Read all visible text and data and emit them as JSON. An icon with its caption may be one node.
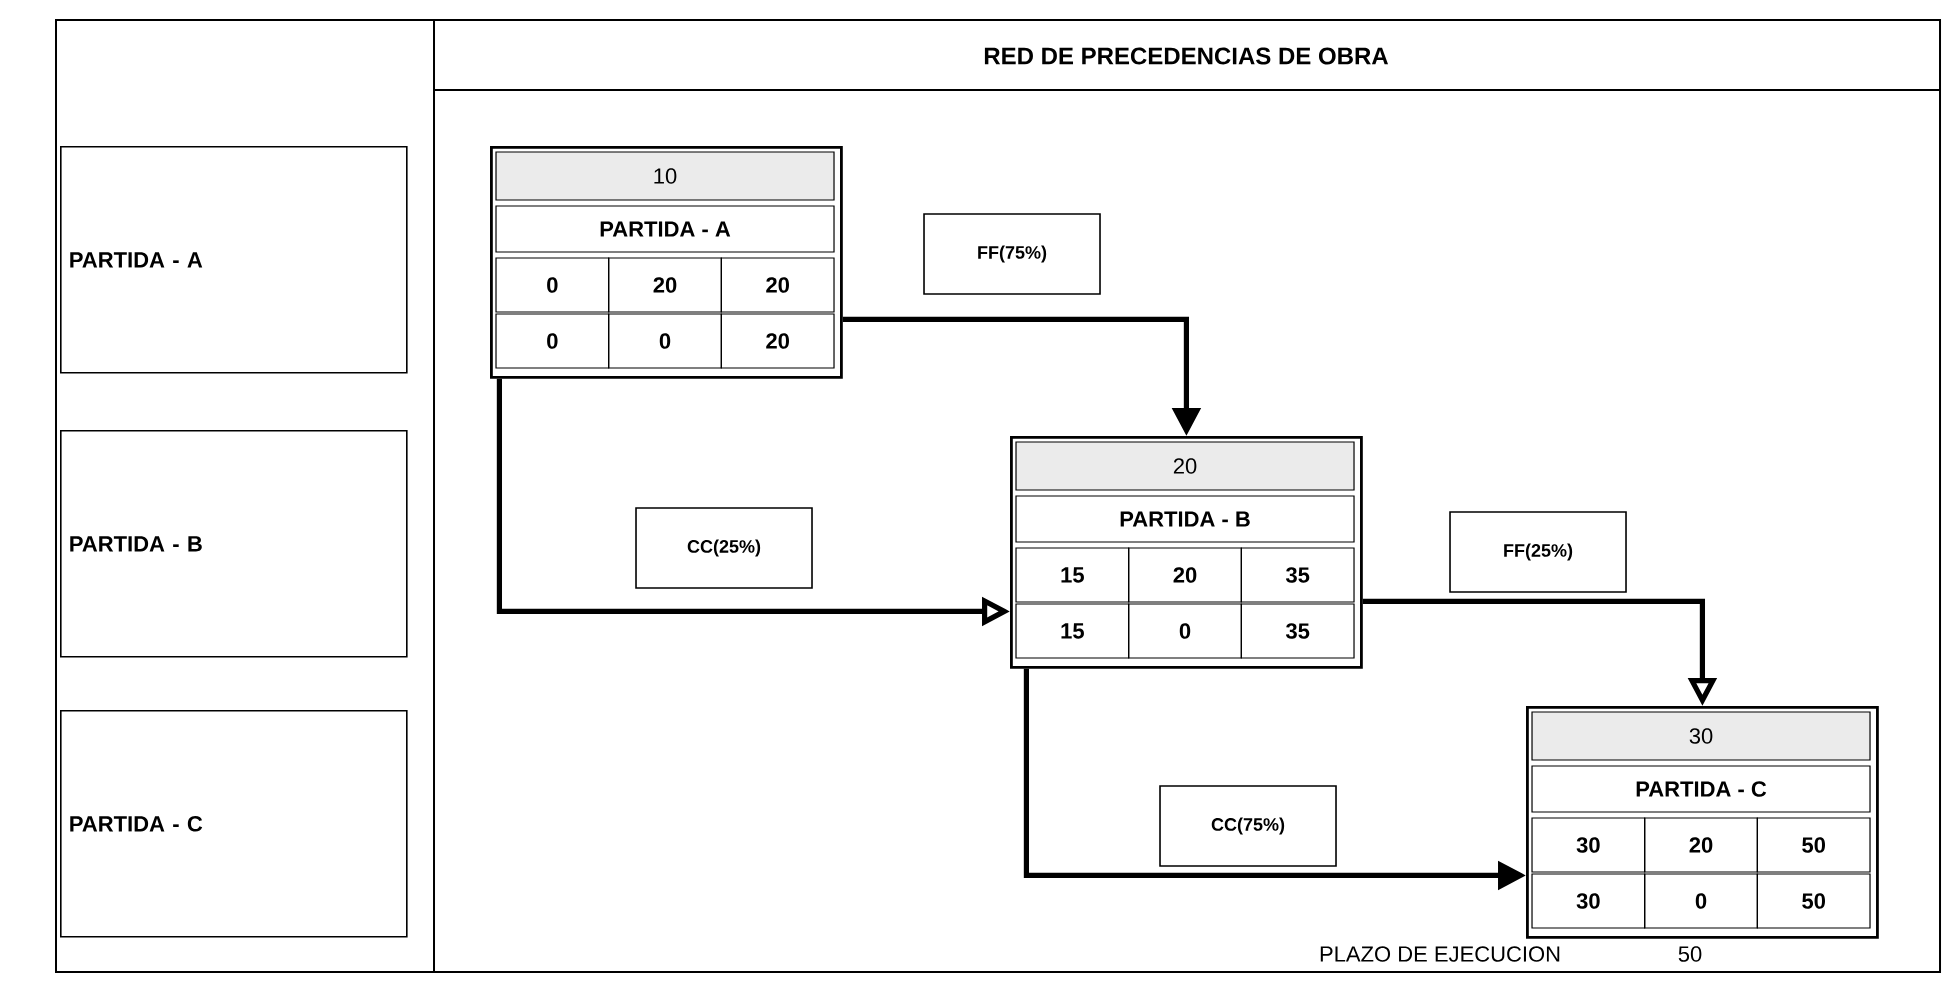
{
  "diagram": {
    "title": "RED DE PRECEDENCIAS DE OBRA",
    "nodes": [
      {
        "text": [
          "PARTIDA - A"
        ]
      },
      {
        "text": [
          "PARTIDA - B"
        ]
      },
      {
        "text": [
          "PARTIDA - C"
        ]
      },
      {
        "text": [
          "10",
          "PARTIDA - A",
          "0",
          "20",
          "20",
          "0",
          "0",
          "20"
        ]
      },
      {
        "text": [
          "20",
          "PARTIDA - B",
          "15",
          "20",
          "35",
          "15",
          "0",
          "35"
        ]
      },
      {
        "text": [
          "30",
          "PARTIDA - C",
          "30",
          "20",
          "50",
          "30",
          "0",
          "50"
        ]
      }
    ],
    "edges": [
      {
        "from": 3,
        "to": 4,
        "arrow": "to",
        "label": "FF(75%)"
      },
      {
        "from": 3,
        "to": 4,
        "arrow": "to",
        "label": "CC(25%)"
      },
      {
        "from": 4,
        "to": 5,
        "arrow": "to",
        "label": "FF(25%)"
      },
      {
        "from": 4,
        "to": 5,
        "arrow": "to",
        "label": "CC(75%)"
      }
    ],
    "labels": [
      "PLAZO DE EJECUCION",
      "50"
    ]
  }
}
